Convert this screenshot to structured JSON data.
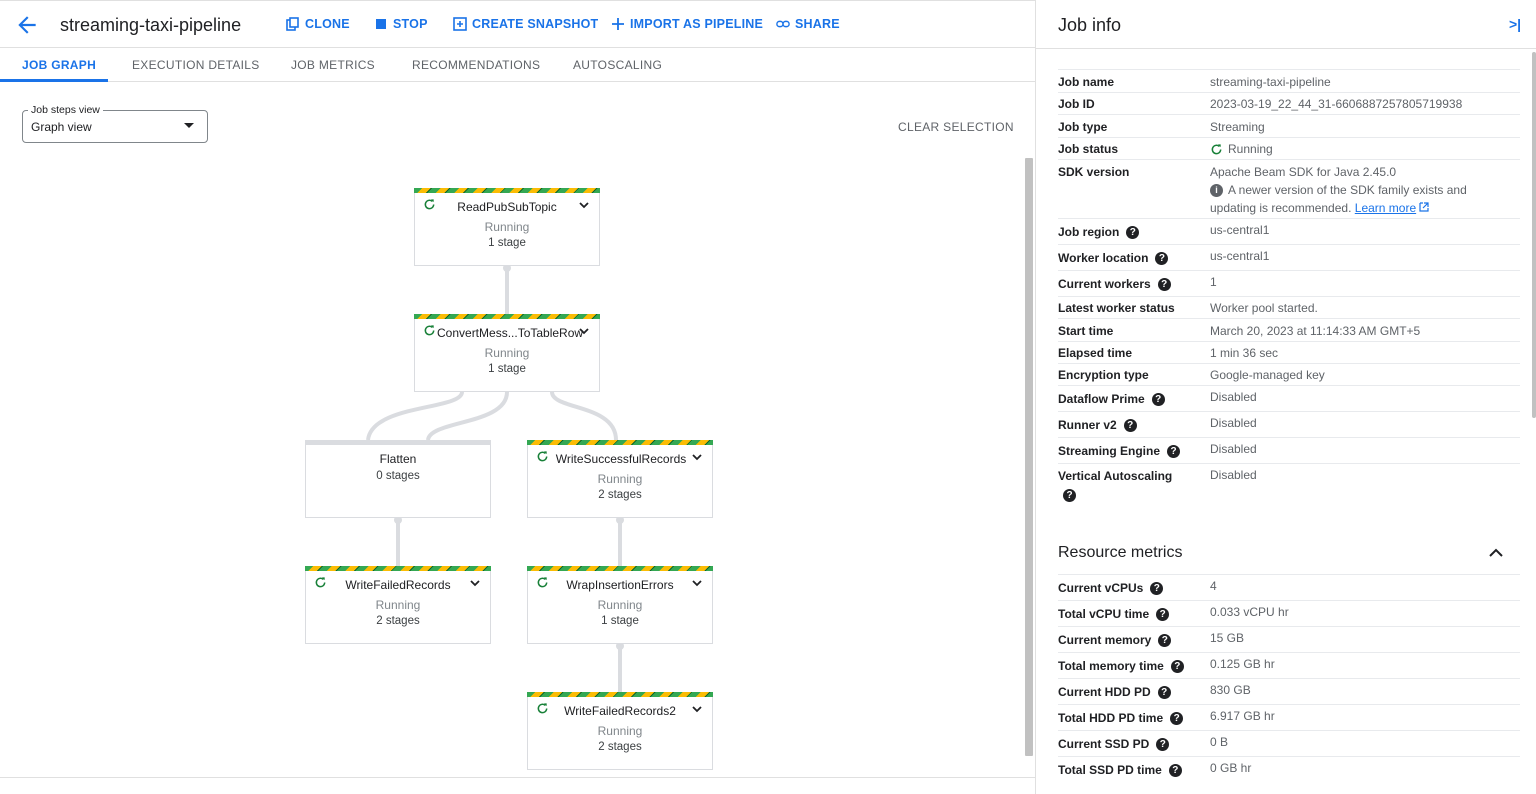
{
  "header": {
    "title": "streaming-taxi-pipeline",
    "buttons": {
      "clone": "CLONE",
      "stop": "STOP",
      "snapshot": "CREATE SNAPSHOT",
      "import": "IMPORT AS PIPELINE",
      "share": "SHARE"
    }
  },
  "tabs": [
    "JOB GRAPH",
    "EXECUTION DETAILS",
    "JOB METRICS",
    "RECOMMENDATIONS",
    "AUTOSCALING"
  ],
  "steps_view": {
    "legend": "Job steps view",
    "value": "Graph view"
  },
  "clear_selection": "CLEAR SELECTION",
  "graph": {
    "nodes": [
      {
        "name": "ReadPubSubTopic",
        "status": "Running",
        "stages": "1 stage"
      },
      {
        "name": "ConvertMess...ToTableRow",
        "status": "Running",
        "stages": "1 stage"
      },
      {
        "name": "Flatten",
        "status": "",
        "stages": "0 stages"
      },
      {
        "name": "WriteSuccessfulRecords",
        "status": "Running",
        "stages": "2 stages"
      },
      {
        "name": "WriteFailedRecords",
        "status": "Running",
        "stages": "2 stages"
      },
      {
        "name": "WrapInsertionErrors",
        "status": "Running",
        "stages": "1 stage"
      },
      {
        "name": "WriteFailedRecords2",
        "status": "Running",
        "stages": "2 stages"
      }
    ]
  },
  "panel": {
    "title": "Job info",
    "close_glyph": ">|",
    "job_info": {
      "job_name": {
        "key": "Job name",
        "value": "streaming-taxi-pipeline"
      },
      "job_id": {
        "key": "Job ID",
        "value": "2023-03-19_22_44_31-6606887257805719938"
      },
      "job_type": {
        "key": "Job type",
        "value": "Streaming"
      },
      "job_status": {
        "key": "Job status",
        "value": "Running"
      },
      "sdk_version": {
        "key": "SDK version",
        "value": "Apache Beam SDK for Java 2.45.0",
        "notice_line1": "A newer version of the SDK family exists and",
        "notice_line2": "updating is recommended.",
        "learn_more": "Learn more"
      },
      "job_region": {
        "key": "Job region",
        "value": "us-central1"
      },
      "worker_location": {
        "key": "Worker location",
        "value": "us-central1"
      },
      "current_workers": {
        "key": "Current workers",
        "value": "1"
      },
      "latest_worker_status": {
        "key": "Latest worker status",
        "value": "Worker pool started."
      },
      "start_time": {
        "key": "Start time",
        "value": "March 20, 2023 at 11:14:33 AM GMT+5"
      },
      "elapsed_time": {
        "key": "Elapsed time",
        "value": "1 min 36 sec"
      },
      "encryption_type": {
        "key": "Encryption type",
        "value": "Google-managed key"
      },
      "dataflow_prime": {
        "key": "Dataflow Prime",
        "value": "Disabled"
      },
      "runner_v2": {
        "key": "Runner v2",
        "value": "Disabled"
      },
      "streaming_engine": {
        "key": "Streaming Engine",
        "value": "Disabled"
      },
      "vertical_autoscaling": {
        "key": "Vertical Autoscaling",
        "value": "Disabled"
      }
    },
    "resource_metrics": {
      "title": "Resource metrics",
      "rows": [
        {
          "key": "Current vCPUs",
          "value": "4"
        },
        {
          "key": "Total vCPU time",
          "value": "0.033 vCPU hr"
        },
        {
          "key": "Current memory",
          "value": "15 GB"
        },
        {
          "key": "Total memory time",
          "value": "0.125 GB hr"
        },
        {
          "key": "Current HDD PD",
          "value": "830 GB"
        },
        {
          "key": "Total HDD PD time",
          "value": "6.917 GB hr"
        },
        {
          "key": "Current SSD PD",
          "value": "0 B"
        },
        {
          "key": "Total SSD PD time",
          "value": "0 GB hr"
        }
      ]
    }
  },
  "colors": {
    "accent": "#1a73e8",
    "running": "#188038",
    "stripe_green": "#34a853",
    "stripe_yellow": "#fbbc04"
  }
}
